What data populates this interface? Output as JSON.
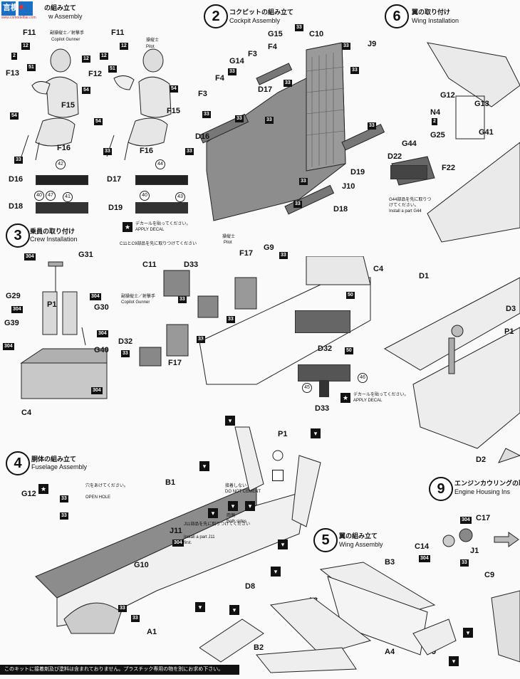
{
  "watermark": {
    "site_text": "www.cnmodelbar.com",
    "logo_chars": "言模"
  },
  "steps": {
    "step1": {
      "title_jp": "の組み立て",
      "title_en": "w Assembly"
    },
    "step2": {
      "number": "2",
      "title_jp": "コクピットの組み立て",
      "title_en": "Cockpit Assembly"
    },
    "step3": {
      "number": "3",
      "title_jp": "乗員の取り付け",
      "title_en": "Crew Installation"
    },
    "step4": {
      "number": "4",
      "title_jp": "胴体の組み立て",
      "title_en": "Fuselage Assembly"
    },
    "step5": {
      "number": "5",
      "title_jp": "翼の組み立て",
      "title_en": "Wing Assembly"
    },
    "step6": {
      "number": "6",
      "title_jp": "翼の取り付け",
      "title_en": "Wing Installation"
    },
    "step9": {
      "number": "9",
      "title_jp": "エンジンカウリングの取り付け",
      "title_en": "Engine Housing Ins"
    }
  },
  "crew": {
    "copilot_jp": "副操縦士／射撃手",
    "copilot_en": "Copilot Gunner",
    "pilot_jp": "操縦士",
    "pilot_en": "Pilot"
  },
  "notes": {
    "apply_decal_jp": "デカールを貼ってください。",
    "apply_decal_en": "APPLY DECAL",
    "c11_c9_first": "C11とC9部品を先に取りつけてください",
    "open_hole_jp": "穴をあけてください。",
    "open_hole_en": "OPEN HOLE",
    "do_not_cement_jp": "接着しない",
    "do_not_cement_en": "DO NOT CEMENT",
    "both_sides_jp": "両側",
    "both_sides_en": "Both sides",
    "j11_first_jp": "J11部品を先に取りつけてください",
    "j11_first_en1": "Install a part J11",
    "j11_first_en2": "first.",
    "g44_first_jp1": "G44部品を先に取りつ",
    "g44_first_jp2": "けてください。",
    "g44_first_en": "Install a part G44"
  },
  "parts": {
    "F11": "F11",
    "F13": "F13",
    "F15": "F15",
    "F16": "F16",
    "F12": "F12",
    "D16": "D16",
    "D17": "D17",
    "D18": "D18",
    "D19": "D19",
    "G15": "G15",
    "C10": "C10",
    "F3": "F3",
    "F4": "F4",
    "J9": "J9",
    "G14": "G14",
    "J10": "J10",
    "G31": "G31",
    "G29": "G29",
    "P1": "P1",
    "G30": "G30",
    "G39": "G39",
    "G40": "G40",
    "C4": "C4",
    "C11": "C11",
    "D33": "D33",
    "F17": "F17",
    "G9": "G9",
    "D32": "D32",
    "G12": "G12",
    "G13": "G13",
    "N4": "N4",
    "G25": "G25",
    "G41": "G41",
    "G44": "G44",
    "F22": "F22",
    "D22": "D22",
    "D1": "D1",
    "D3": "D3",
    "D2": "D2",
    "B1": "B1",
    "J11": "J11",
    "G10": "G10",
    "A1": "A1",
    "B3": "B3",
    "D8": "D8",
    "A3": "A3",
    "B2": "B2",
    "A4": "A4",
    "D9": "D9",
    "C17": "C17",
    "C14": "C14",
    "J1": "J1",
    "C9": "C9"
  },
  "paint_codes": {
    "c12": "12",
    "c2": "2",
    "c51": "51",
    "c54": "54",
    "c33": "33",
    "c304": "304",
    "c42": "42",
    "c44": "44",
    "c40": "40",
    "c47": "47",
    "c41": "41",
    "c43": "43",
    "c50": "50",
    "c45": "45",
    "c46": "46"
  },
  "footer": {
    "text": "このキットに接着剤及び塗料は含まれておりません。プラスチック専用の物を別にお求め下さい。"
  }
}
